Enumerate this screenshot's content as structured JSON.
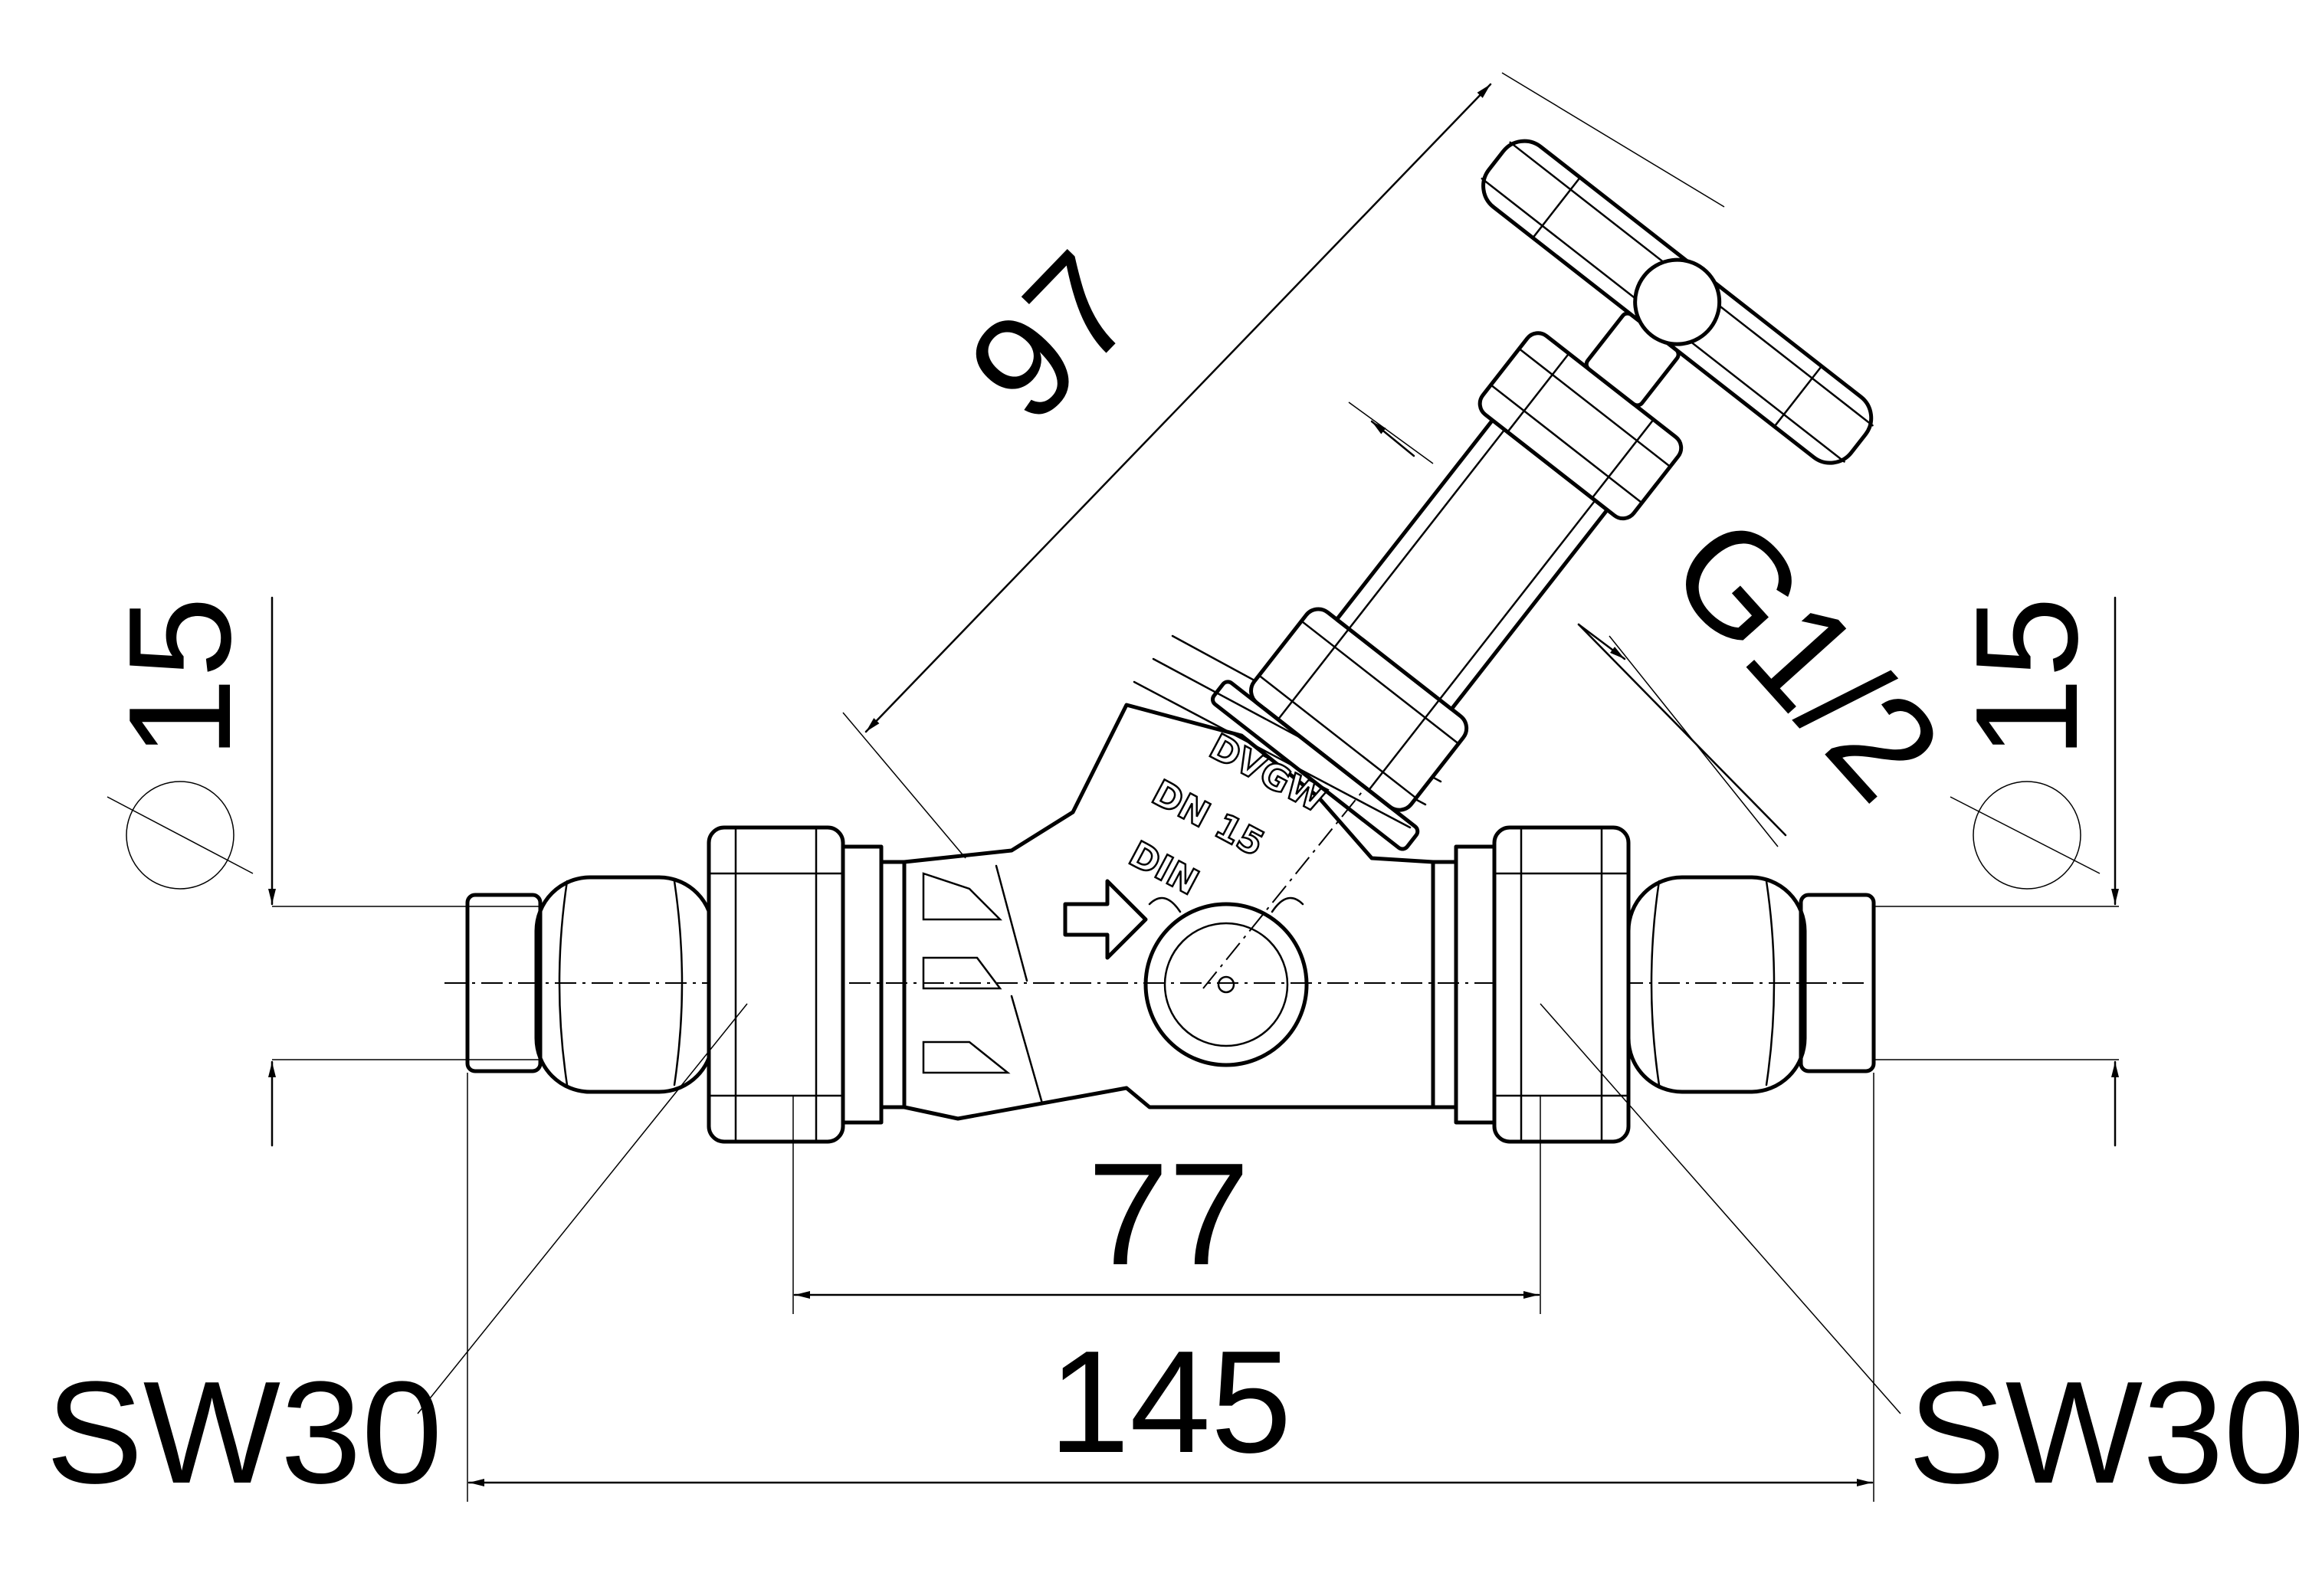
{
  "dimensions": {
    "overall_length": "145",
    "nut_center_distance": "77",
    "handwheel_length": "97",
    "thread_size": "G1/2",
    "pipe_diameter_left": "15",
    "pipe_diameter_right": "15",
    "wrench_size_left": "SW30",
    "wrench_size_right": "SW30"
  },
  "body_markings": {
    "certification": "DVGW",
    "nominal_size": "DN 15",
    "standard": "DIN"
  },
  "colors": {
    "line": "#000000",
    "background": "#ffffff"
  }
}
